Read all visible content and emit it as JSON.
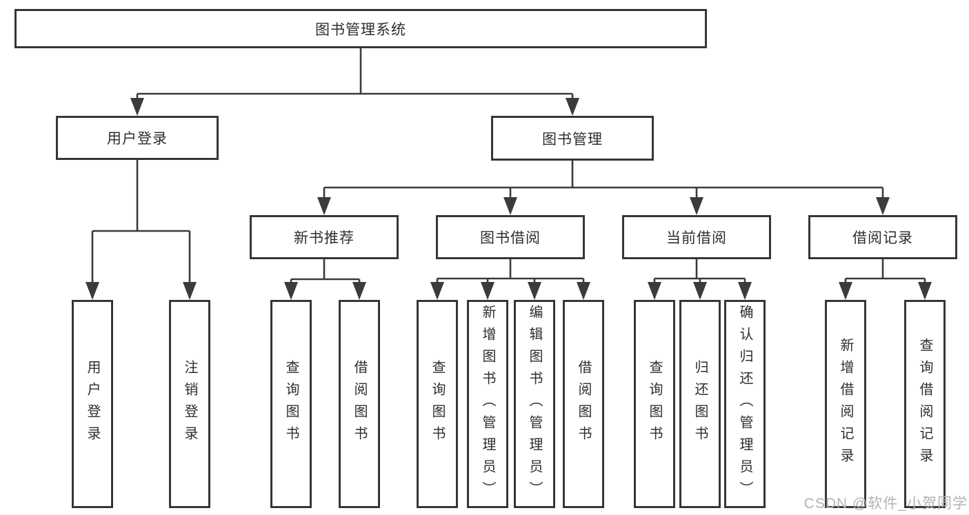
{
  "tree": {
    "root": "图书管理系统",
    "level2": [
      "用户登录",
      "图书管理"
    ],
    "level3": [
      "新书推荐",
      "图书借阅",
      "当前借阅",
      "借阅记录"
    ],
    "leaves": {
      "login": [
        "用户登录",
        "注销登录"
      ],
      "recommend": [
        "查询图书",
        "借阅图书"
      ],
      "borrow": [
        "查询图书",
        "新增图书（管理员）",
        "编辑图书（管理员）",
        "借阅图书"
      ],
      "current": [
        "查询图书",
        "归还图书",
        "确认归还（管理员）"
      ],
      "records": [
        "新增借阅记录",
        "查询借阅记录"
      ]
    }
  },
  "watermark": "CSDN @软件_小贺同学",
  "colors": {
    "line": "#3b3b3b",
    "box_border": "#363636",
    "text": "#2e2e2e",
    "watermark": "#b3b3b3",
    "background": "#ffffff"
  }
}
